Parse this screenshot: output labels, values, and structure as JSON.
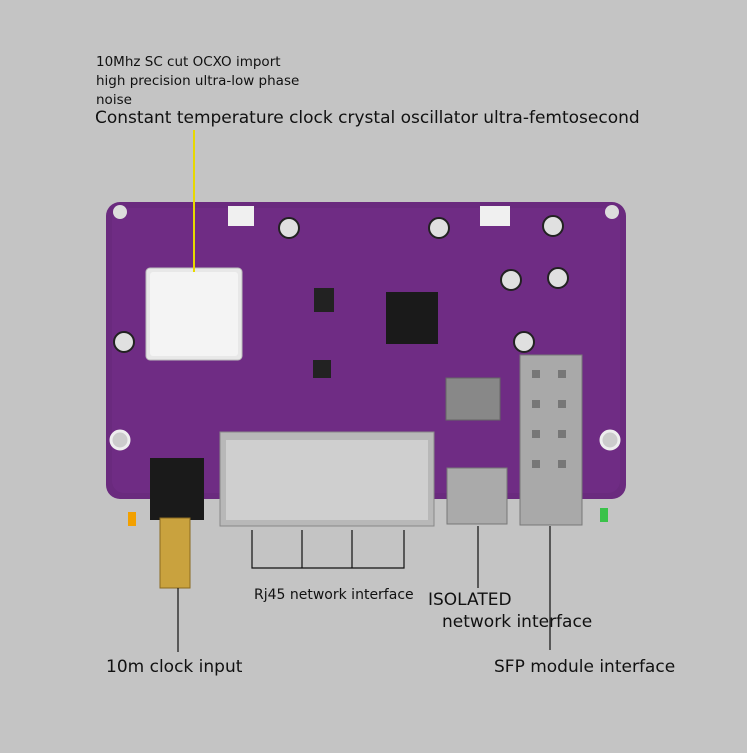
{
  "annotations": {
    "ocxo_line1": "10Mhz SC cut OCXO import",
    "ocxo_line2": "high precision ultra-low phase",
    "ocxo_line3": "noise",
    "ocxo_line4": "Constant temperature clock crystal oscillator ultra-femtosecond",
    "rj45": "Rj45 network interface",
    "isolated_line1": "ISOLATED",
    "isolated_line2": "network interface",
    "clock_input": "10m clock input",
    "sfp": "SFP module interface"
  },
  "colors": {
    "background": "#c4c4c4",
    "pcb": "#6a2a7e",
    "leader_yellow": "#e8d800"
  }
}
